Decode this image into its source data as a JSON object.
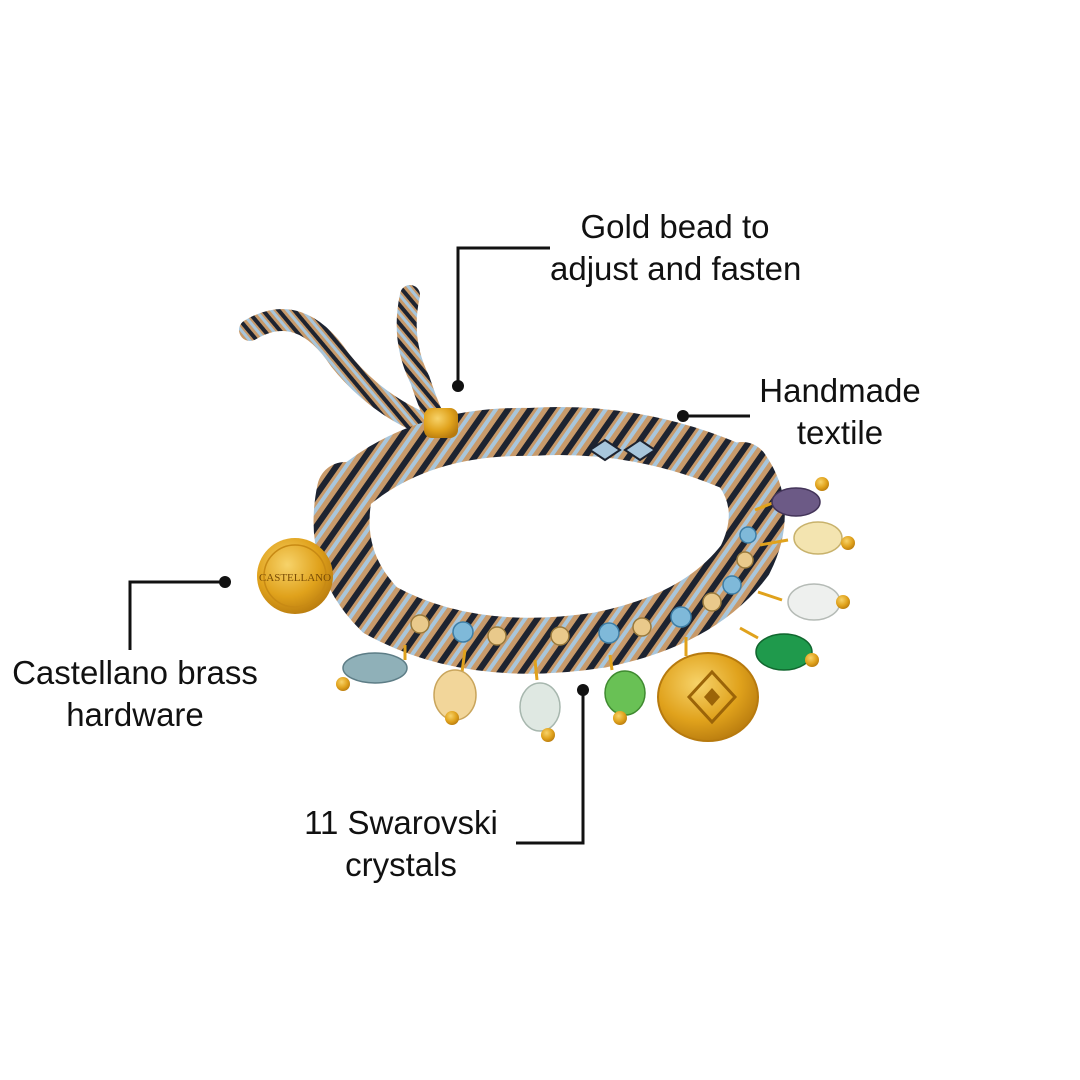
{
  "callouts": {
    "gold_bead": {
      "line1": "Gold bead to",
      "line2": "adjust and fasten"
    },
    "textile": {
      "line1": "Handmade",
      "line2": "textile"
    },
    "hardware": {
      "line1": "Castellano brass",
      "line2": "hardware"
    },
    "crystals": {
      "line1": "11 Swarovski",
      "line2": "crystals"
    }
  },
  "engraving": "CASTELLANO",
  "colors": {
    "background": "#ffffff",
    "text": "#111111",
    "leader": "#111111",
    "gold": "#e0a21c",
    "tan": "#c89a6a",
    "navy": "#1d2330",
    "light_blue": "#a8c6dc"
  }
}
